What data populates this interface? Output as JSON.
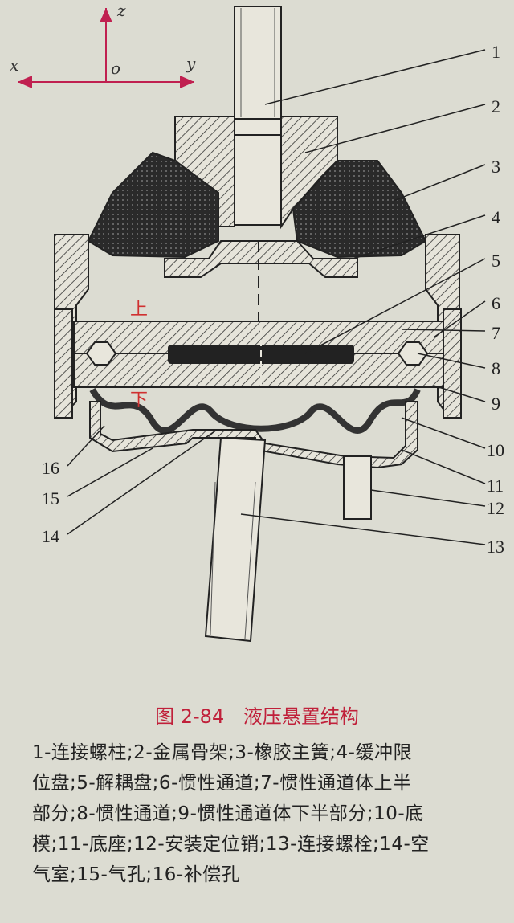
{
  "axes": {
    "z": "z",
    "x": "x",
    "y": "y",
    "o": "o"
  },
  "regions": {
    "upper": "上",
    "lower": "下"
  },
  "callouts": [
    "1",
    "2",
    "3",
    "4",
    "5",
    "6",
    "7",
    "8",
    "9",
    "10",
    "11",
    "12",
    "13",
    "14",
    "15",
    "16"
  ],
  "caption": {
    "number": "图 2-84",
    "title": "液压悬置结构"
  },
  "legend_lines": [
    "1-连接螺柱;2-金属骨架;3-橡胶主簧;4-缓冲限",
    "位盘;5-解耦盘;6-惯性通道;7-惯性通道体上半",
    "部分;8-惯性通道;9-惯性通道体下半部分;10-底",
    "模;11-底座;12-安装定位销;13-连接螺栓;14-空",
    "气室;15-气孔;16-补偿孔"
  ]
}
